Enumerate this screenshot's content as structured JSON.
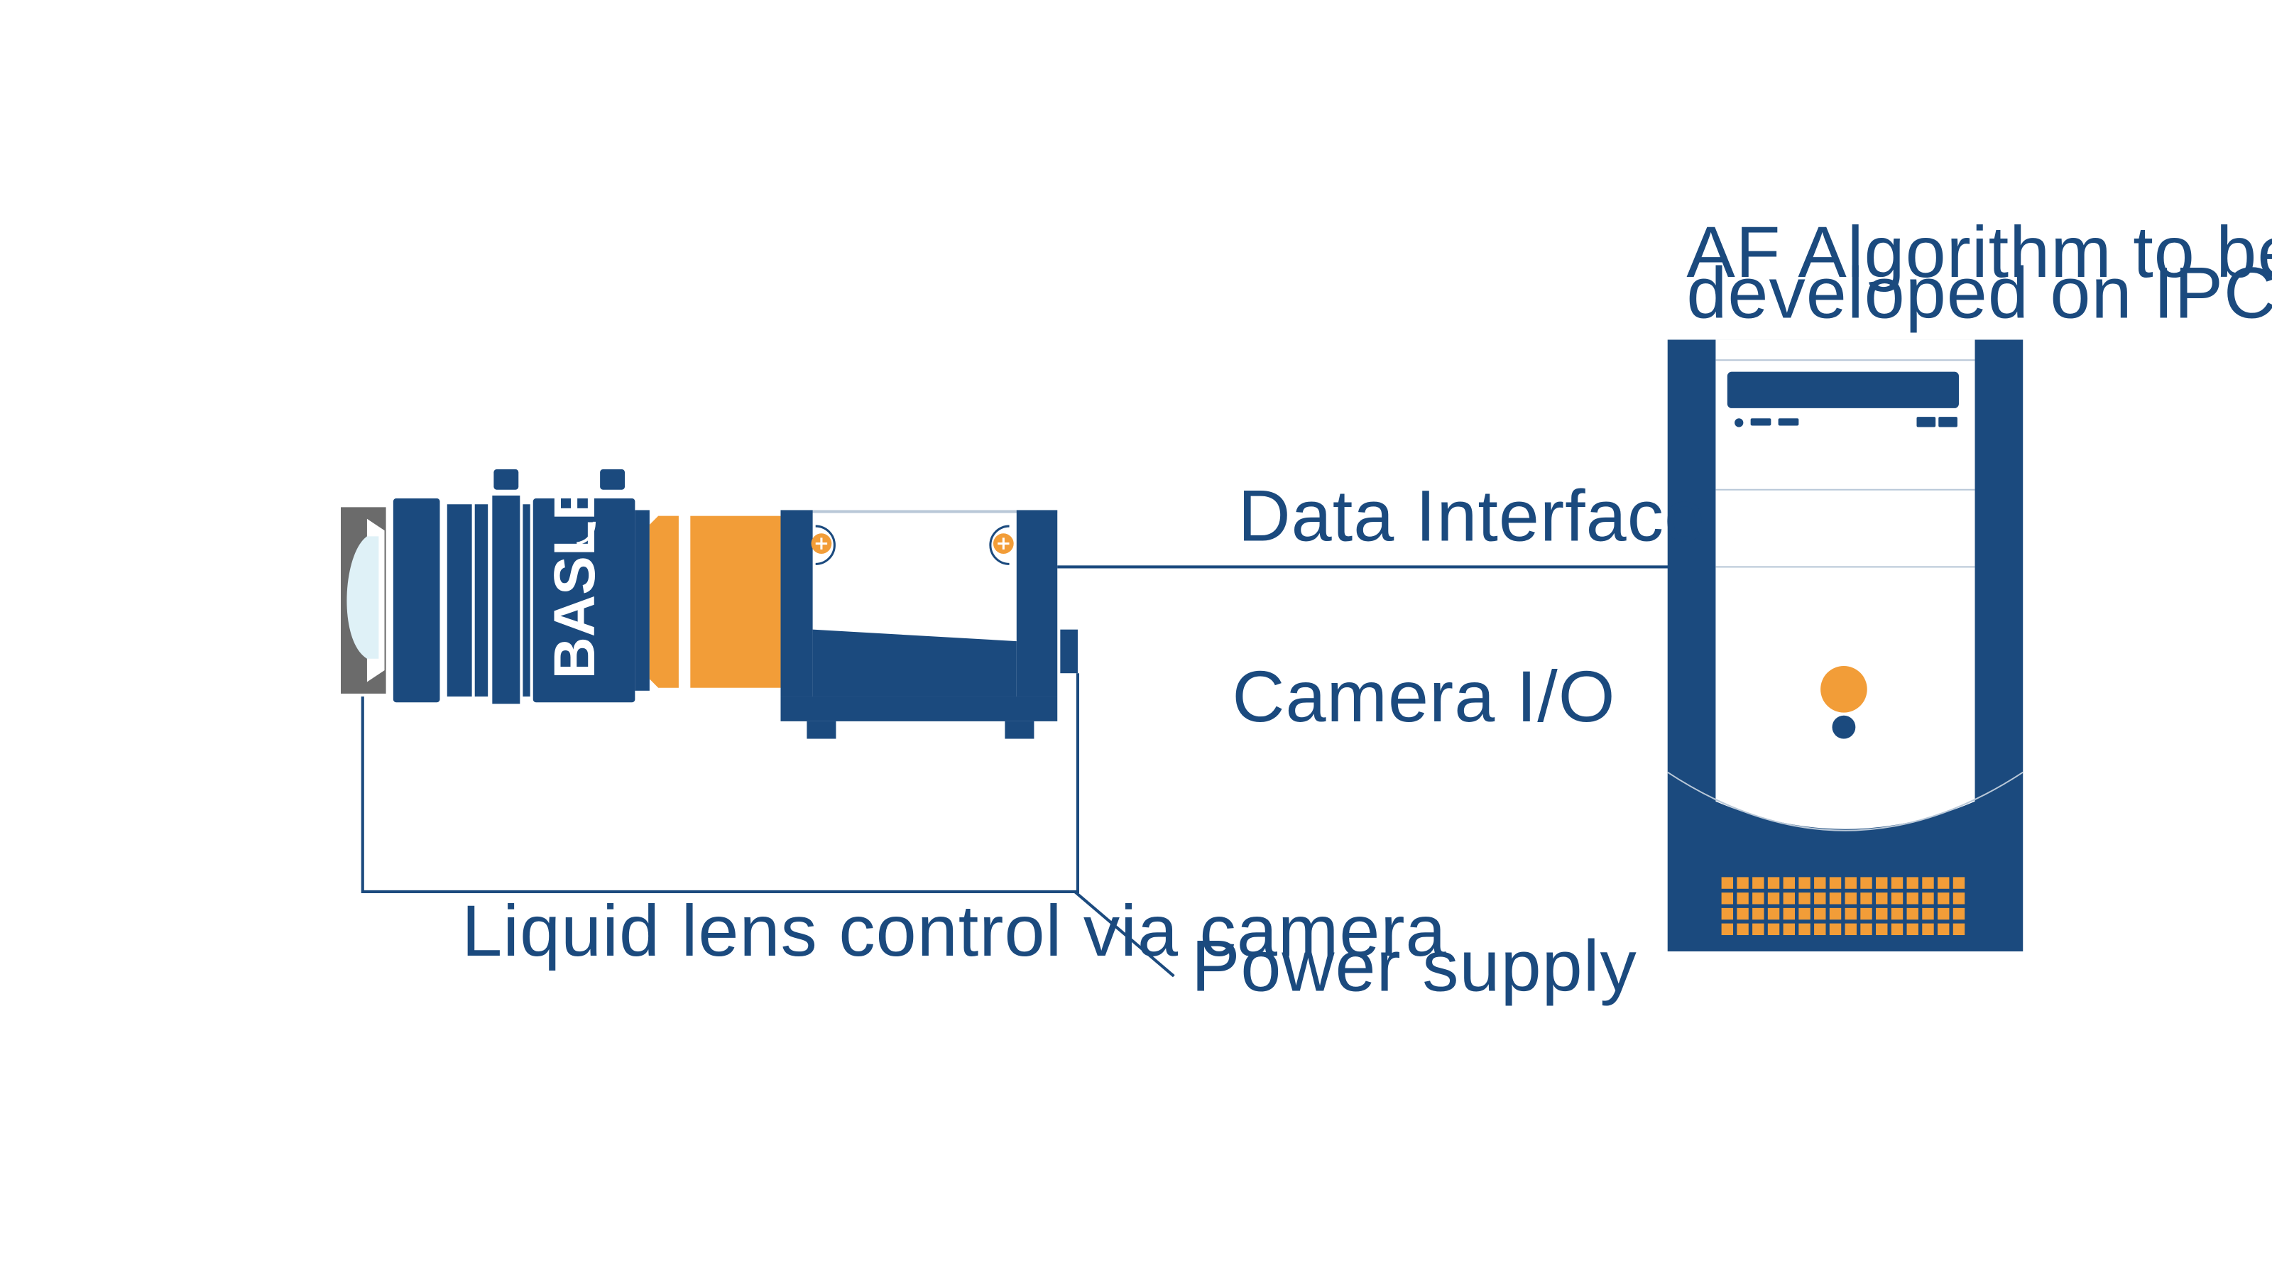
{
  "labels": {
    "af_algorithm_line1": "AF Algorithm to be",
    "af_algorithm_line2": "developed on IPC",
    "data_interface": "Data Interface",
    "camera_io": "Camera I/O",
    "liquid_lens_control": "Liquid lens control via camera",
    "power_supply": "Power supply"
  },
  "camera": {
    "brand": "BASLER"
  },
  "icons": {
    "camera": "industrial-camera-icon",
    "lens": "liquid-lens-icon",
    "pc": "ipc-tower-icon"
  },
  "colors": {
    "navy": "#1b4a7e",
    "orange": "#f29d38",
    "gray": "#6b6b6b",
    "light_line": "#b9c8d8",
    "white": "#ffffff"
  }
}
